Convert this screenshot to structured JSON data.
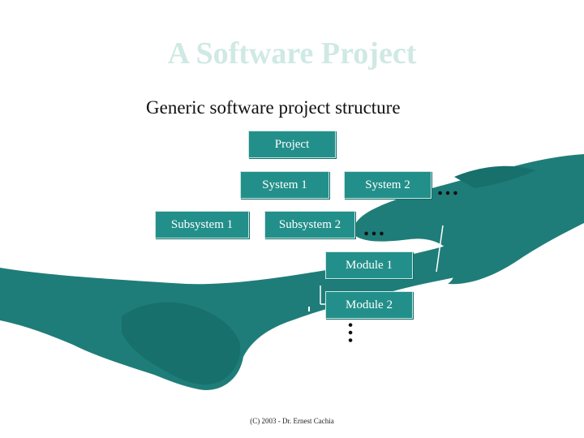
{
  "slide": {
    "title": "A Software Project",
    "subtitle": "Generic software project structure",
    "footer": "(C) 2003 - Dr. Ernest Cachia"
  },
  "diagram": {
    "project": "Project",
    "system_1": "System 1",
    "system_2": "System 2",
    "subsystem_1": "Subsystem 1",
    "subsystem_2": "Subsystem 2",
    "module_1": "Module 1",
    "module_2": "Module 2",
    "ellipsis": "…"
  },
  "colors": {
    "box_fill": "#238f8a",
    "hands": "#1f7d79",
    "title": "#cfe9e4"
  }
}
